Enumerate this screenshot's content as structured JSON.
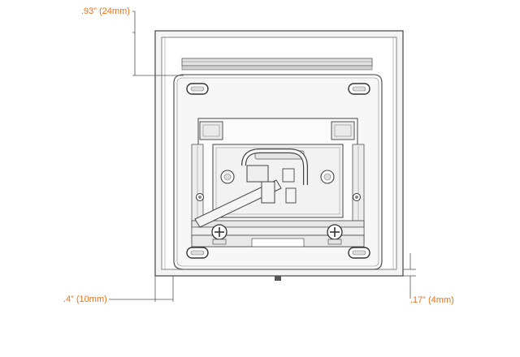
{
  "dimensions": {
    "top_depth": ".93” (24mm)",
    "left_inset": ".4” (10mm)",
    "right_offset": ".17” (4mm)"
  },
  "colors": {
    "dimension_text": "#e8731c",
    "line_art": "#3a3a3a",
    "frame_fill": "#ececec",
    "plate_fill": "#f7f7f7",
    "shadow": "#6a6a6a"
  },
  "icons": [
    "phillips-screw-icon",
    "phillips-screw-icon",
    "mounting-slot-icon"
  ]
}
